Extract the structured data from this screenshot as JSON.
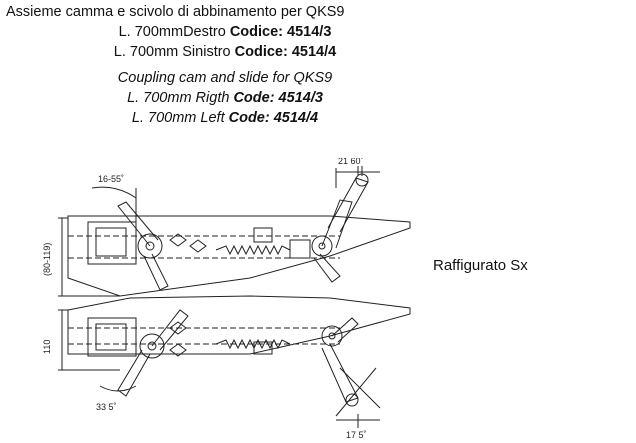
{
  "title_it": "Assieme camma e scivolo di abbinamento per QKS9",
  "line_it_right": {
    "prefix": "L. 700mmDestro ",
    "code_label": "Codice: 4514/3"
  },
  "line_it_left": {
    "prefix": "L. 700mm Sinistro ",
    "code_label": "Codice: 4514/4"
  },
  "title_en": "Coupling cam and slide for QKS9",
  "line_en_right": {
    "prefix": "L. 700mm Rigth ",
    "code_label": "Code: 4514/3"
  },
  "line_en_left": {
    "prefix": "L. 700mm Left ",
    "code_label": "Code: 4514/4"
  },
  "side_label": "Raffigurato Sx",
  "drawing": {
    "dim_top_right": "21 60˚",
    "dim_top_left": "16-55˚",
    "dim_height_top": "(80-119)",
    "dim_height_bottom": "110",
    "dim_bottom_left": "33 5˚",
    "dim_bottom_right": "17 5˚"
  }
}
